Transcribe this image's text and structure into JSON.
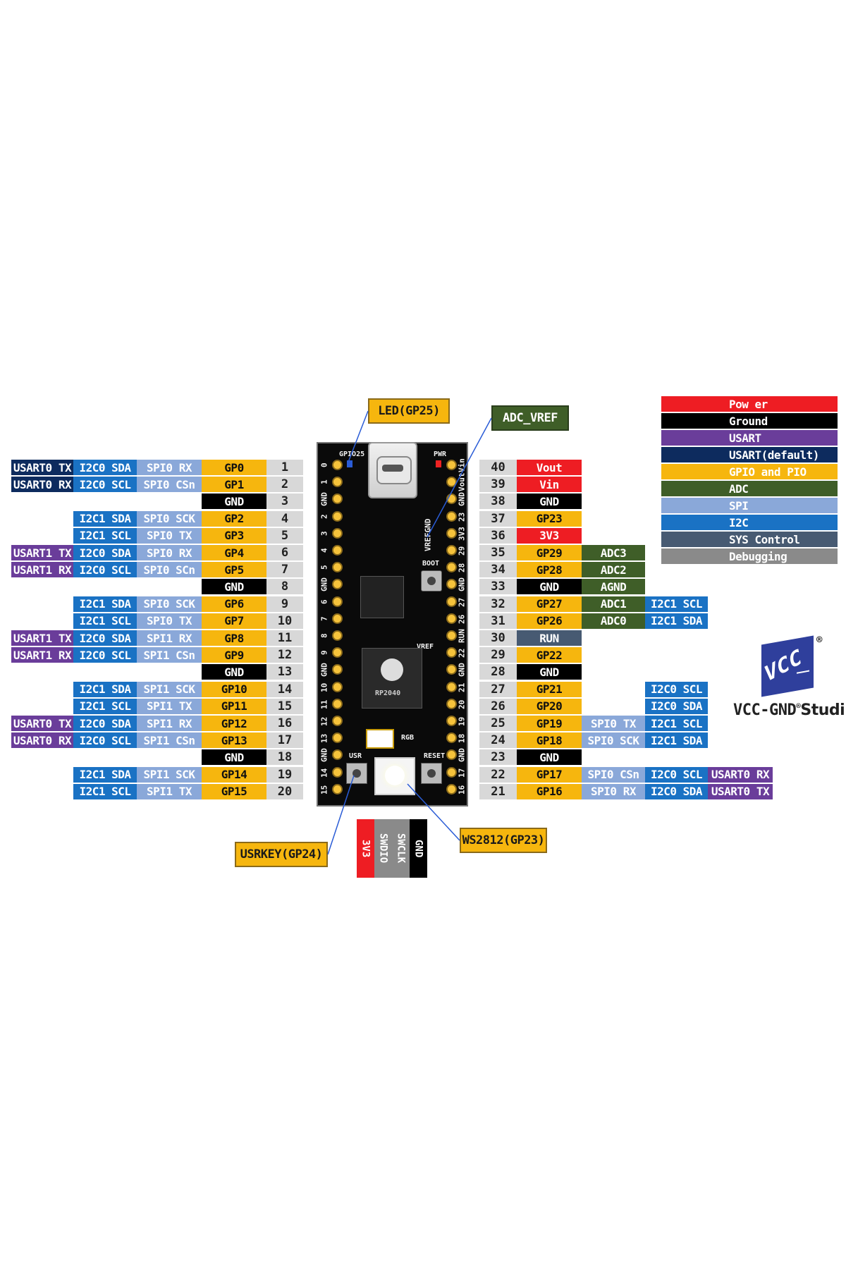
{
  "colors": {
    "power": "#ee1d23",
    "ground": "#000000",
    "usart": "#6a3d9a",
    "usart_default": "#0d2b5e",
    "gpio": "#f6b60e",
    "adc": "#3f5e28",
    "spi": "#8aa8d9",
    "i2c": "#1a72c4",
    "sys": "#475a72",
    "debug": "#8a8a8a",
    "pinnum": "#d8d8d8"
  },
  "legend": [
    {
      "label": "Pow er",
      "color": "power"
    },
    {
      "label": "Ground",
      "color": "ground"
    },
    {
      "label": "USART",
      "color": "usart"
    },
    {
      "label": "USART(default)",
      "color": "usart_default"
    },
    {
      "label": "GPIO and PIO",
      "color": "gpio"
    },
    {
      "label": "ADC",
      "color": "adc"
    },
    {
      "label": "SPI",
      "color": "spi"
    },
    {
      "label": "I2C",
      "color": "i2c"
    },
    {
      "label": "SYS Control",
      "color": "sys"
    },
    {
      "label": "Debugging",
      "color": "debug"
    }
  ],
  "left_pins": [
    {
      "num": "1",
      "gp": "GP0",
      "spi": "SPI0 RX",
      "i2c": "I2C0 SDA",
      "usart": "USART0 TX",
      "usart_type": "usart_default"
    },
    {
      "num": "2",
      "gp": "GP1",
      "spi": "SPI0 CSn",
      "i2c": "I2C0 SCL",
      "usart": "USART0 RX",
      "usart_type": "usart_default"
    },
    {
      "num": "3",
      "gp": "GND",
      "gnd": true
    },
    {
      "num": "4",
      "gp": "GP2",
      "spi": "SPI0 SCK",
      "i2c": "I2C1 SDA"
    },
    {
      "num": "5",
      "gp": "GP3",
      "spi": "SPI0 TX",
      "i2c": "I2C1 SCL"
    },
    {
      "num": "6",
      "gp": "GP4",
      "spi": "SPI0 RX",
      "i2c": "I2C0 SDA",
      "usart": "USART1 TX",
      "usart_type": "usart"
    },
    {
      "num": "7",
      "gp": "GP5",
      "spi": "SPI0 SCn",
      "i2c": "I2C0 SCL",
      "usart": "USART1 RX",
      "usart_type": "usart"
    },
    {
      "num": "8",
      "gp": "GND",
      "gnd": true
    },
    {
      "num": "9",
      "gp": "GP6",
      "spi": "SPI0 SCK",
      "i2c": "I2C1 SDA"
    },
    {
      "num": "10",
      "gp": "GP7",
      "spi": "SPI0 TX",
      "i2c": "I2C1 SCL"
    },
    {
      "num": "11",
      "gp": "GP8",
      "spi": "SPI1 RX",
      "i2c": "I2C0 SDA",
      "usart": "USART1 TX",
      "usart_type": "usart"
    },
    {
      "num": "12",
      "gp": "GP9",
      "spi": "SPI1 CSn",
      "i2c": "I2C0 SCL",
      "usart": "USART1 RX",
      "usart_type": "usart"
    },
    {
      "num": "13",
      "gp": "GND",
      "gnd": true
    },
    {
      "num": "14",
      "gp": "GP10",
      "spi": "SPI1 SCK",
      "i2c": "I2C1 SDA"
    },
    {
      "num": "15",
      "gp": "GP11",
      "spi": "SPI1 TX",
      "i2c": "I2C1 SCL"
    },
    {
      "num": "16",
      "gp": "GP12",
      "spi": "SPI1 RX",
      "i2c": "I2C0 SDA",
      "usart": "USART0 TX",
      "usart_type": "usart"
    },
    {
      "num": "17",
      "gp": "GP13",
      "spi": "SPI1 CSn",
      "i2c": "I2C0 SCL",
      "usart": "USART0 RX",
      "usart_type": "usart"
    },
    {
      "num": "18",
      "gp": "GND",
      "gnd": true
    },
    {
      "num": "19",
      "gp": "GP14",
      "spi": "SPI1 SCK",
      "i2c": "I2C1 SDA"
    },
    {
      "num": "20",
      "gp": "GP15",
      "spi": "SPI1 TX",
      "i2c": "I2C1 SCL"
    }
  ],
  "right_pins": [
    {
      "num": "40",
      "gp": "Vout",
      "type": "power"
    },
    {
      "num": "39",
      "gp": "Vin",
      "type": "power"
    },
    {
      "num": "38",
      "gp": "GND",
      "type": "ground"
    },
    {
      "num": "37",
      "gp": "GP23",
      "type": "gpio"
    },
    {
      "num": "36",
      "gp": "3V3",
      "type": "power"
    },
    {
      "num": "35",
      "gp": "GP29",
      "type": "gpio",
      "adc": "ADC3"
    },
    {
      "num": "34",
      "gp": "GP28",
      "type": "gpio",
      "adc": "ADC2"
    },
    {
      "num": "33",
      "gp": "GND",
      "type": "ground",
      "adc": "AGND"
    },
    {
      "num": "32",
      "gp": "GP27",
      "type": "gpio",
      "adc": "ADC1",
      "i2c": "I2C1 SCL"
    },
    {
      "num": "31",
      "gp": "GP26",
      "type": "gpio",
      "adc": "ADC0",
      "i2c": "I2C1 SDA"
    },
    {
      "num": "30",
      "gp": "RUN",
      "type": "sys"
    },
    {
      "num": "29",
      "gp": "GP22",
      "type": "gpio"
    },
    {
      "num": "28",
      "gp": "GND",
      "type": "ground"
    },
    {
      "num": "27",
      "gp": "GP21",
      "type": "gpio",
      "i2c": "I2C0 SCL"
    },
    {
      "num": "26",
      "gp": "GP20",
      "type": "gpio",
      "i2c": "I2C0 SDA"
    },
    {
      "num": "25",
      "gp": "GP19",
      "type": "gpio",
      "spi": "SPI0 TX",
      "i2c": "I2C1 SCL"
    },
    {
      "num": "24",
      "gp": "GP18",
      "type": "gpio",
      "spi": "SPI0 SCK",
      "i2c": "I2C1 SDA"
    },
    {
      "num": "23",
      "gp": "GND",
      "type": "ground"
    },
    {
      "num": "22",
      "gp": "GP17",
      "type": "gpio",
      "spi": "SPI0 CSn",
      "i2c": "I2C0 SCL",
      "usart": "USART0 RX"
    },
    {
      "num": "21",
      "gp": "GP16",
      "type": "gpio",
      "spi": "SPI0 RX",
      "i2c": "I2C0 SDA",
      "usart": "USART0 TX"
    }
  ],
  "callouts": {
    "led": "LED(GP25)",
    "adc_vref": "ADC_VREF",
    "usrkey": "USRKEY(GP24)",
    "ws2812": "WS2812(GP23)"
  },
  "swd": [
    {
      "label": "3V3",
      "color": "power"
    },
    {
      "label": "SWDIO",
      "color": "debug"
    },
    {
      "label": "SWCLK",
      "color": "debug"
    },
    {
      "label": "GND",
      "color": "ground"
    }
  ],
  "board": {
    "gpio25": "GPIO25",
    "pwr": "PWR",
    "boot": "BOOT",
    "vref": "VREF",
    "rgb": "RGB",
    "usr": "USR",
    "reset": "RESET",
    "chip": "RP2040",
    "vrefgnd": "VREFGND",
    "left_silk": [
      "0",
      "1",
      "GND",
      "2",
      "3",
      "4",
      "5",
      "GND",
      "6",
      "7",
      "8",
      "9",
      "GND",
      "10",
      "11",
      "12",
      "13",
      "GND",
      "14",
      "15"
    ],
    "right_silk": [
      "Vin",
      "Vout",
      "GND",
      "23",
      "3V3",
      "29",
      "28",
      "GND",
      "27",
      "26",
      "RUN",
      "22",
      "GND",
      "21",
      "20",
      "19",
      "18",
      "GND",
      "17",
      "16"
    ]
  },
  "brand": {
    "logo": "VCC",
    "reg": "®",
    "name": "VCC-GND",
    "suffix": "Studi"
  }
}
